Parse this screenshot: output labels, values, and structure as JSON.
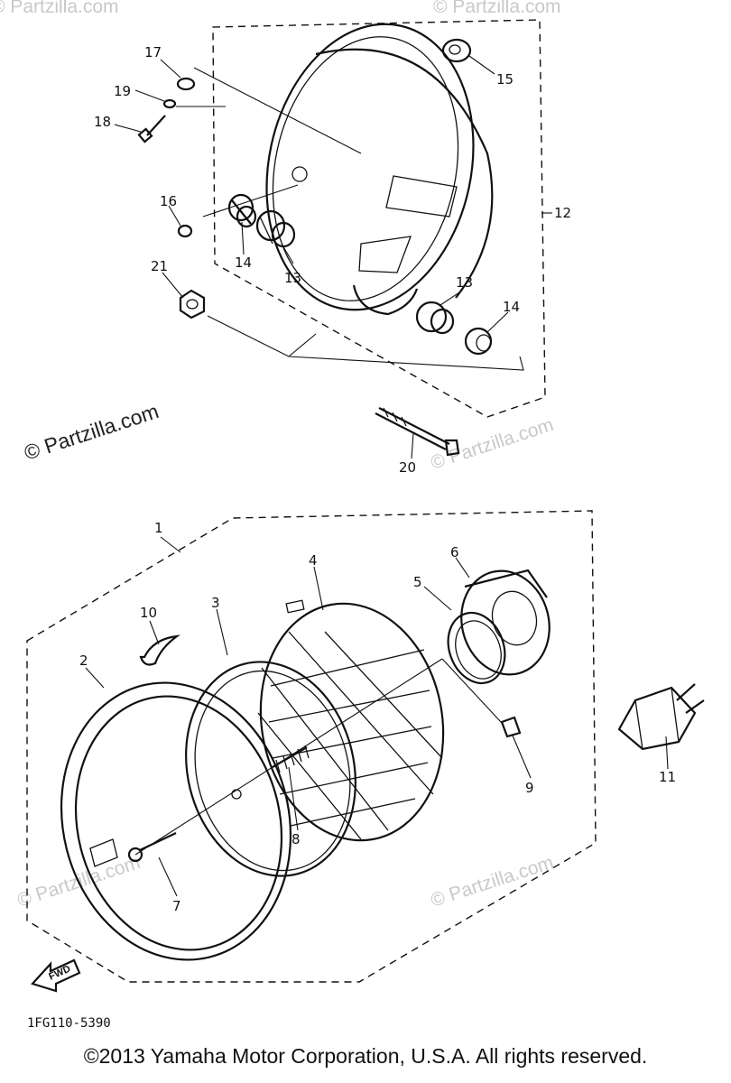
{
  "watermarks": {
    "primary": "© Partzilla.com",
    "secondary": "© Partzilla.com"
  },
  "callouts": {
    "c1": "1",
    "c2": "2",
    "c3": "3",
    "c4": "4",
    "c5": "5",
    "c6": "6",
    "c7": "7",
    "c8": "8",
    "c9": "9",
    "c10": "10",
    "c11": "11",
    "c12": "12",
    "c13a": "13",
    "c13b": "13",
    "c14a": "14",
    "c14b": "14",
    "c15": "15",
    "c16": "16",
    "c17": "17",
    "c18": "18",
    "c19": "19",
    "c20": "20",
    "c21": "21"
  },
  "fwd_label": "FWD",
  "diagram_code": "1FG110-5390",
  "copyright": "©2013 Yamaha Motor Corporation, U.S.A. All rights reserved."
}
